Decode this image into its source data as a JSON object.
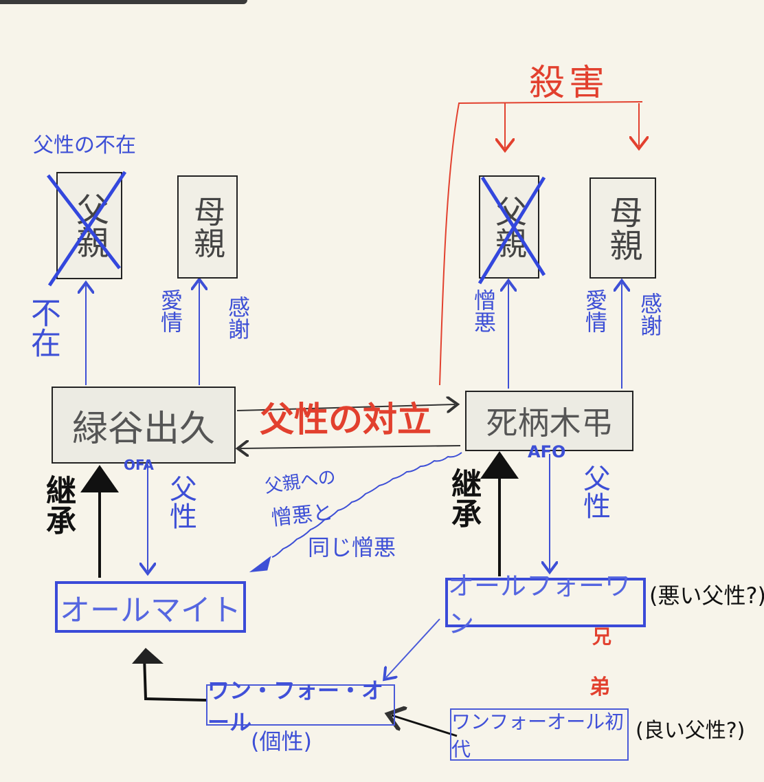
{
  "header": {
    "absent_paternity": "父性の不在",
    "murder": "殺害"
  },
  "left": {
    "father": "父親",
    "mother": "母親",
    "absent": "不在",
    "affection": "愛情",
    "gratitude": "感謝",
    "person": "緑谷出久",
    "tag": "OFA",
    "inherit": "継承",
    "paternity": "父性",
    "mentor": "オールマイト"
  },
  "right": {
    "father": "父親",
    "mother": "母親",
    "hatred": "憎悪",
    "affection": "愛情",
    "gratitude": "感謝",
    "person": "死柄木弔",
    "tag": "AFO",
    "inherit": "継承",
    "paternity": "父性",
    "mentor": "オールフォーワン",
    "mentor_note": "(悪い父性?)",
    "elder_brother": "兄"
  },
  "center": {
    "conflict": "父性の対立",
    "hatred_note_1": "父親への",
    "hatred_note_2": "憎悪と",
    "hatred_note_3": "同じ憎悪"
  },
  "bottom": {
    "ofa": "ワン・フォー・オール",
    "quirk": "(個性)",
    "first": "ワンフォーオール初代",
    "first_note": "(良い父性?)",
    "younger_brother": "弟"
  },
  "colors": {
    "blue": "#3d4fd6",
    "red": "#e2402e",
    "black": "#111111",
    "background": "#f7f4ea"
  }
}
